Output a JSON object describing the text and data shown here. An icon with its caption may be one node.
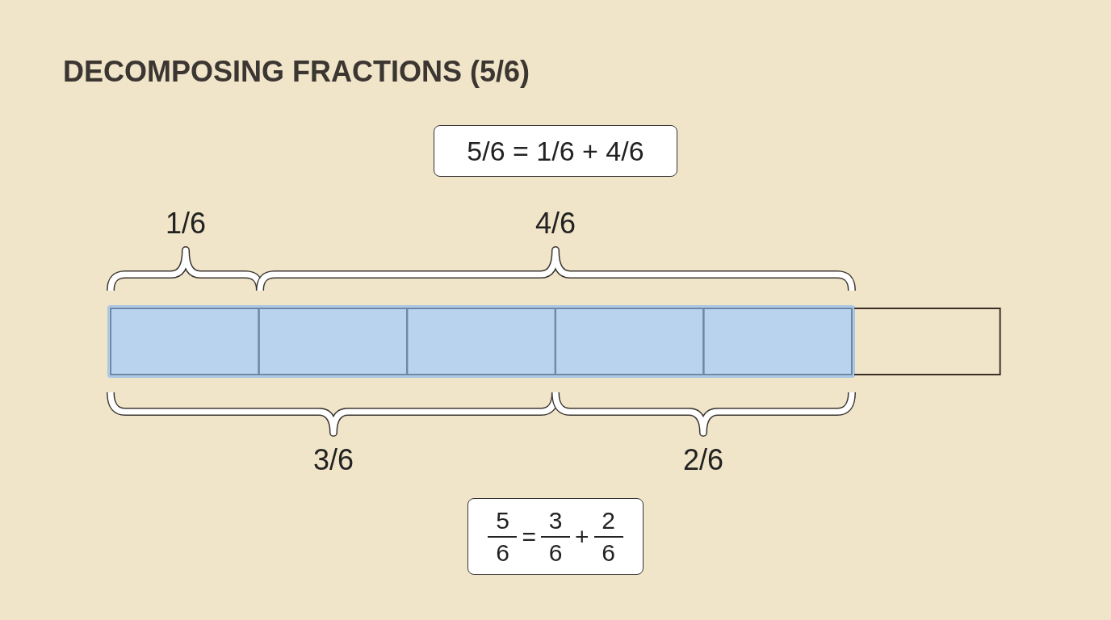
{
  "diagram": {
    "title": "DECOMPOSING FRACTIONS (5/6)",
    "nodes": [
      {
        "text": [
          "5/6 = 1/6 + 4/6"
        ]
      },
      {
        "text": [
          "5",
          "6",
          "=",
          "3",
          "6",
          "+",
          "2",
          "6"
        ]
      }
    ],
    "labels": [
      "1/6",
      "4/6",
      "3/6",
      "2/6"
    ]
  }
}
